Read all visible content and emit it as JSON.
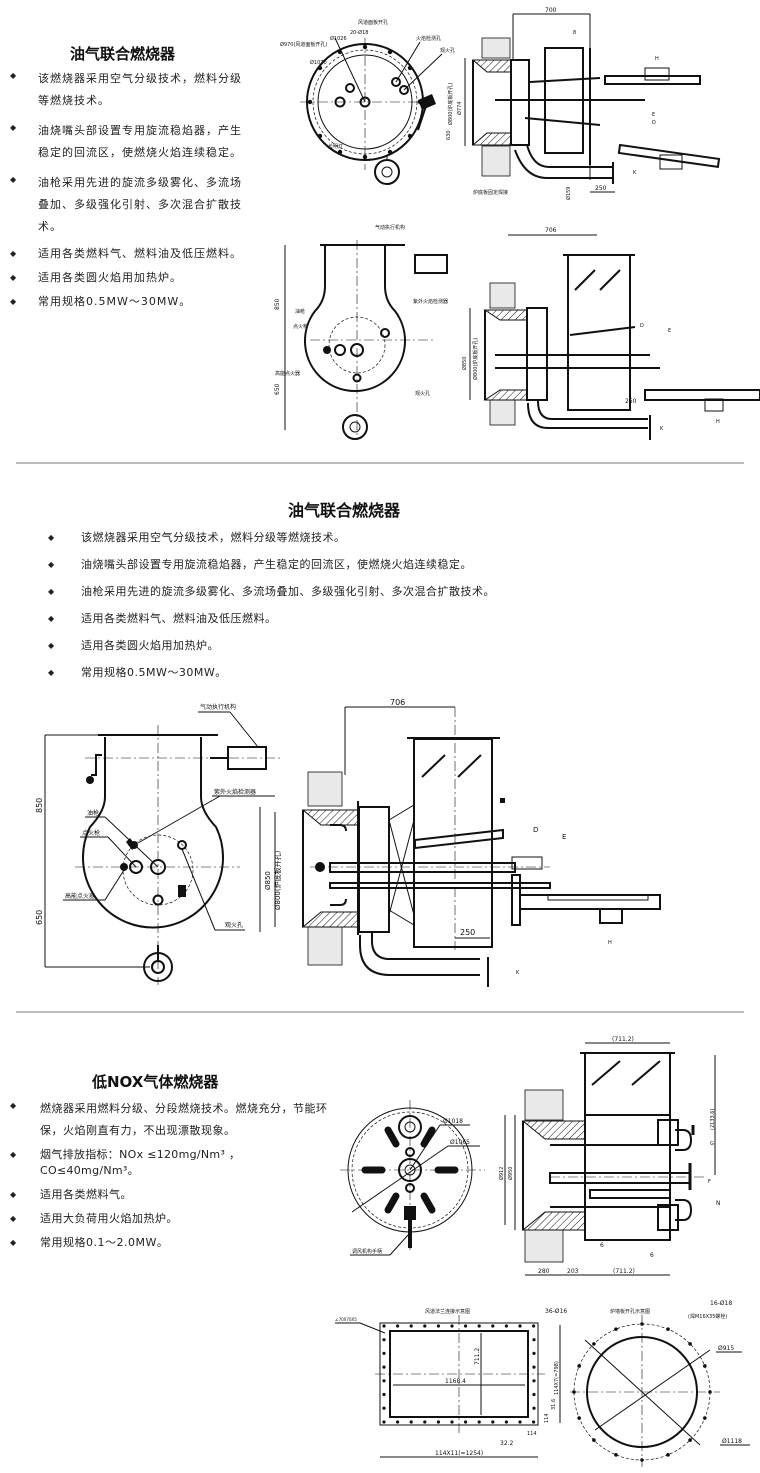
{
  "sections": [
    {
      "title": "油气联合燃烧器",
      "features": [
        "该燃烧器采用空气分级技术，燃料分级等燃烧技术。",
        "油烧嘴头部设置专用旋流稳焰器，产生稳定的回流区，使燃烧火焰连续稳定。",
        "油枪采用先进的旋流多级雾化、多流场叠加、多级强化引射、多次混合扩散技术。",
        "适用各类燃料气、燃料油及低压燃料。",
        "适用各类圆火焰用加热炉。",
        "常用规格0.5MW～30MW。"
      ],
      "drawings": {
        "front_view": {
          "labels": [
            "风道面板开孔",
            "20-Ø18",
            "Ø1026",
            "Ø970(风道面板开孔)",
            "Ø1070",
            "火焰检测孔",
            "观火孔",
            "长明灯",
            "630"
          ]
        },
        "side_view": {
          "labels": [
            "700",
            "8",
            "Ø774",
            "Ø800(炉底板开孔)",
            "Ø159",
            "250",
            "E",
            "D",
            "H",
            "K",
            "炉底板固定焊接"
          ]
        }
      }
    },
    {
      "title": "油气联合燃烧器",
      "features": [
        "该燃烧器采用空气分级技术，燃料分级等燃烧技术。",
        "油烧嘴头部设置专用旋流稳焰器，产生稳定的回流区，使燃烧火焰连续稳定。",
        "油枪采用先进的旋流多级雾化、多流场叠加、多级强化引射、多次混合扩散技术。",
        "适用各类燃料气、燃料油及低压燃料。",
        "适用各类圆火焰用加热炉。",
        "常用规格0.5MW～30MW。"
      ],
      "drawings": {
        "front_view": {
          "labels": [
            "气动执行机构",
            "850",
            "650",
            "油枪",
            "点火枪",
            "高能点火器",
            "紫外火焰检测器",
            "观火孔"
          ]
        },
        "side_view": {
          "labels": [
            "706",
            "Ø850",
            "Ø800(炉底板开孔)",
            "D",
            "E",
            "250",
            "H",
            "K"
          ]
        }
      }
    },
    {
      "title": "低NOX气体燃烧器",
      "features": [
        "燃烧器采用燃料分级、分段燃烧技术。燃烧充分，节能环保，火焰刚直有力，不出现漂散现象。",
        "烟气排放指标：NOx ≤120mg/Nm³ ， CO≤40mg/Nm³。",
        "适用各类燃料气。",
        "适用大负荷用火焰加热炉。",
        "常用规格0.1～2.0MW。"
      ],
      "drawings": {
        "front_view": {
          "labels": [
            "Ø1018",
            "Ø1065",
            "Ø912",
            "Ø950",
            "调风机构手柄"
          ]
        },
        "side_view": {
          "labels": [
            "(711.2)",
            "(2133.6)",
            "280",
            "203",
            "(711.2)",
            "6",
            "6",
            "N",
            "F",
            "G"
          ]
        },
        "duct_flange": {
          "title": "风道法兰连接示意图",
          "labels": [
            "∠70X70X5",
            "36-Ø16",
            "711.2",
            "1168.4",
            "114X7(=798)",
            "31.6",
            "114",
            "114",
            "32.2",
            "114X11(=1254)"
          ]
        },
        "furnace_plate": {
          "title": "炉墙板开孔示意图",
          "labels": [
            "16-Ø18",
            "(焊M16X35螺栓)",
            "Ø915",
            "Ø1118"
          ]
        }
      }
    }
  ]
}
